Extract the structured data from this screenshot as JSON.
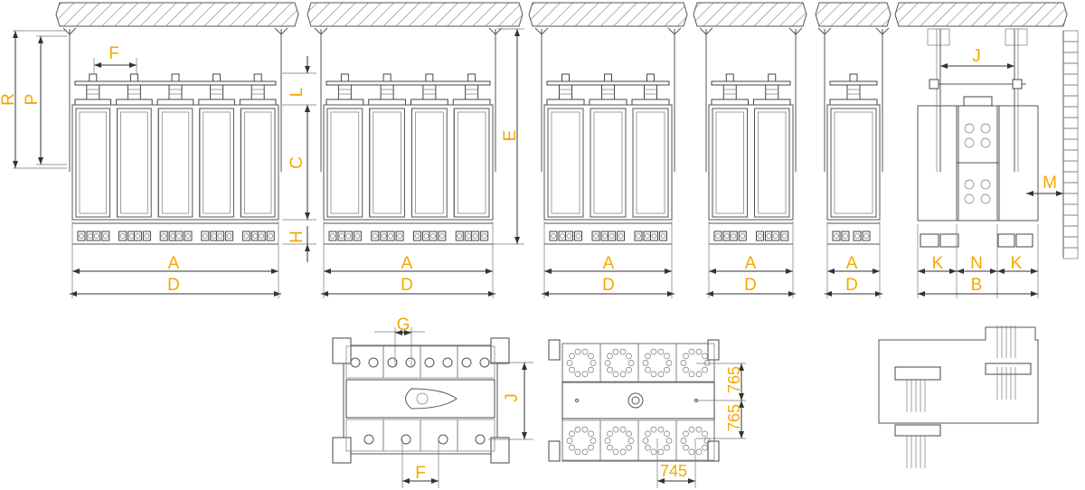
{
  "colors": {
    "label": "#f2a900",
    "line": "#555555"
  },
  "front_views": {
    "five_unit": {
      "R": "R",
      "P": "P",
      "F": "F",
      "L": "L",
      "C": "C",
      "H": "H",
      "A": "A",
      "D": "D"
    },
    "four_unit": {
      "A": "A",
      "D": "D",
      "E": "E"
    },
    "three_unit": {
      "A": "A",
      "D": "D"
    },
    "two_unit": {
      "A": "A",
      "D": "D"
    },
    "one_unit": {
      "A": "A",
      "D": "D"
    }
  },
  "side_view": {
    "J": "J",
    "M": "M",
    "K_left": "K",
    "N": "N",
    "K_right": "K",
    "B": "B"
  },
  "top_view_left": {
    "G": "G",
    "J": "J",
    "F": "F"
  },
  "top_view_right": {
    "dim_upper": "765",
    "dim_lower": "765",
    "dim_horizontal": "745"
  }
}
